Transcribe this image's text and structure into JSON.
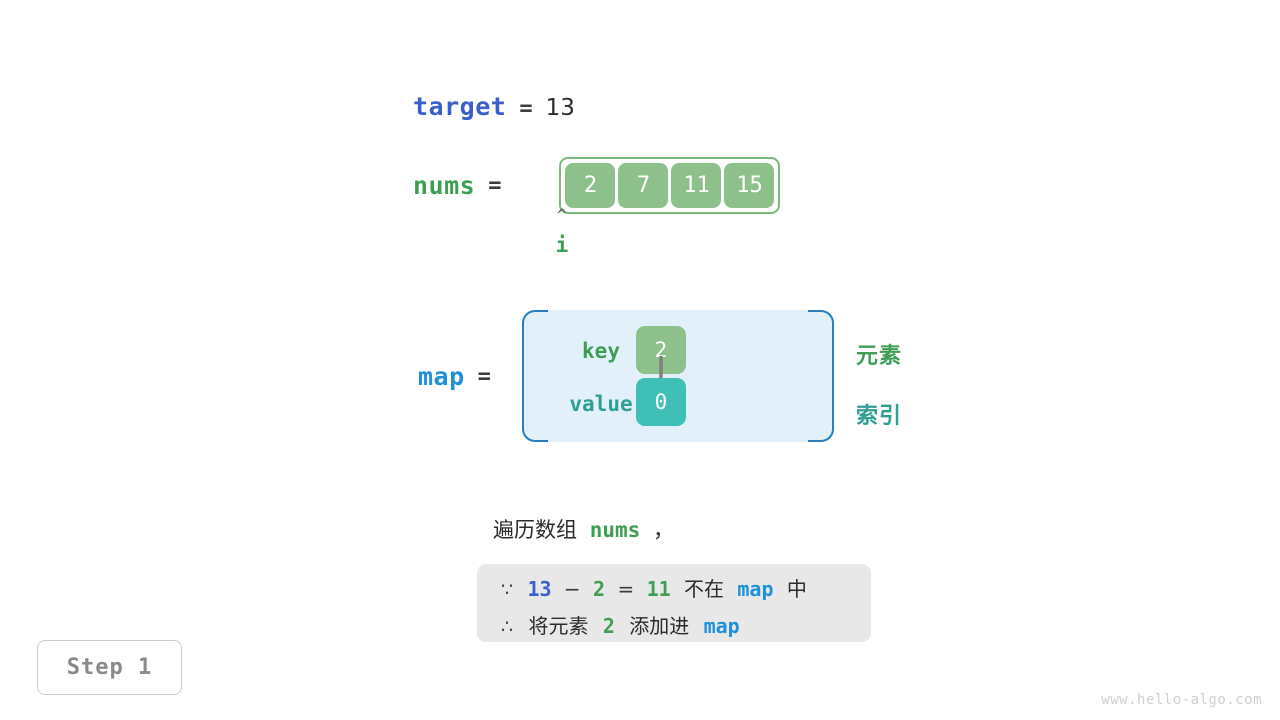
{
  "palette": {
    "green_fill": "#8ec08b",
    "green_border": "#7cb97c",
    "green_text": "#3e9e54",
    "teal_fill": "#3fbfb5",
    "teal_text": "#2f9e93",
    "blue_target": "#3a5fcd",
    "blue_map": "#1e90dc",
    "map_bg": "#e2f0fa",
    "map_border": "#2a7ec0",
    "arrow_gray": "#808080",
    "box_bg": "#e8e8e8",
    "badge_text": "#8a8a8a",
    "watermark": "#cfcfcf"
  },
  "target": {
    "name": "target",
    "equals": "=",
    "value": "13"
  },
  "nums": {
    "name": "nums",
    "equals": "=",
    "cells": [
      "2",
      "7",
      "11",
      "15"
    ]
  },
  "pointer": {
    "caret": "^",
    "label": "i"
  },
  "map": {
    "name": "map",
    "equals": "=",
    "key_label": "key",
    "value_label": "value",
    "key_cell": "2",
    "value_cell": "0"
  },
  "legend": {
    "element": "元素",
    "index": "索引"
  },
  "caption": {
    "prefix": "遍历数组",
    "keyword": "nums",
    "suffix": "，"
  },
  "reason": {
    "line1": {
      "symbol": "∵",
      "a": "13",
      "minus": "−",
      "b": "2",
      "eq": "=",
      "c": "11",
      "mid": "不在",
      "map": "map",
      "tail": "中"
    },
    "line2": {
      "symbol": "∴",
      "pre": "将元素",
      "num": "2",
      "mid": "添加进",
      "map": "map"
    }
  },
  "step_badge": "Step 1",
  "watermark": "www.hello-algo.com"
}
